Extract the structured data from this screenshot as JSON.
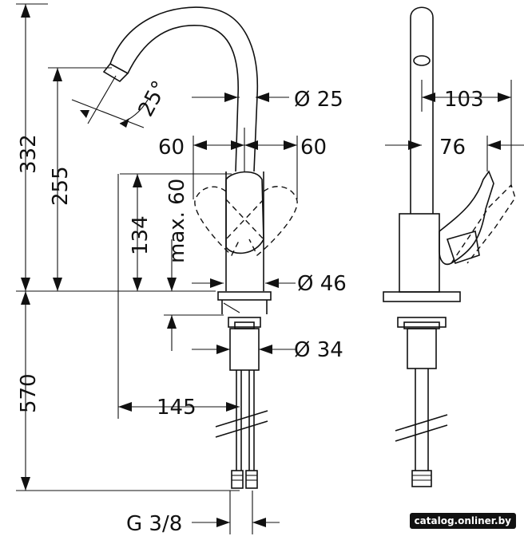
{
  "dimensions": {
    "total_height": "332",
    "spout_height": "255",
    "handle_height": "134",
    "handle_travel": "max. 60",
    "spout_angle": "25°",
    "spout_diameter": "Ø 25",
    "swing_left": "60",
    "swing_right": "60",
    "base_diameter": "Ø 46",
    "shank_diameter": "Ø 34",
    "below_counter": "570",
    "reach": "145",
    "connection": "G 3/8",
    "side_depth": "103",
    "side_offset": "76"
  },
  "watermark": "catalog.onliner.by"
}
